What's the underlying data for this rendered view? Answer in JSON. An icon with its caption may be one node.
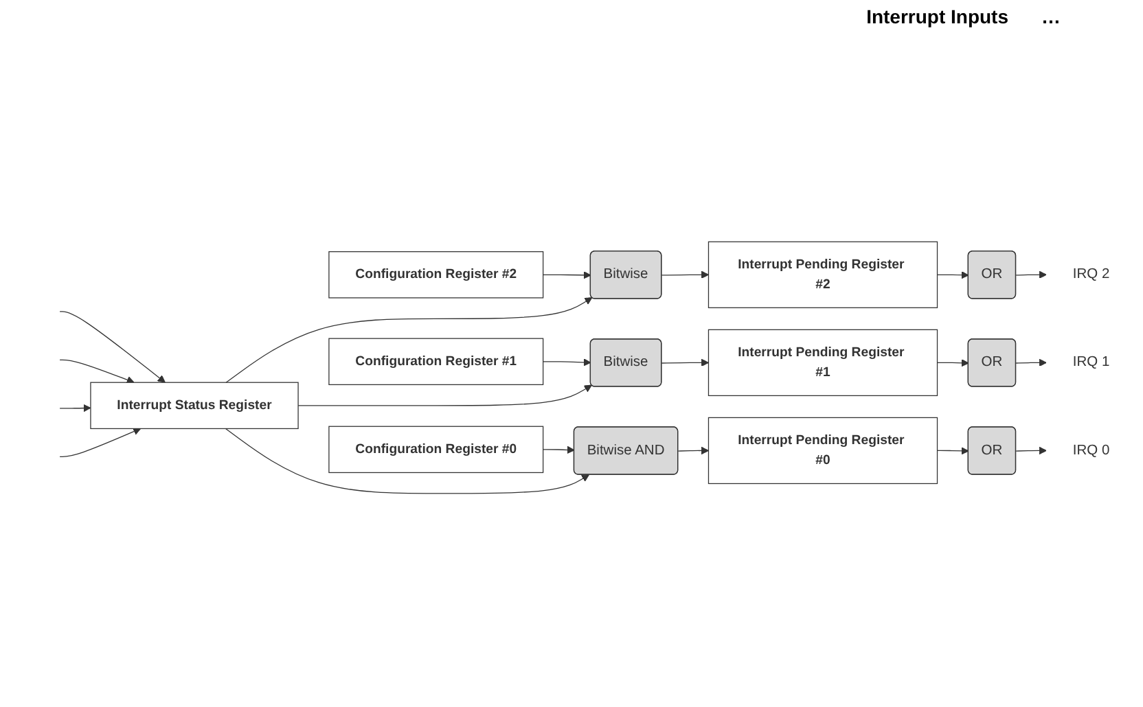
{
  "diagram": {
    "nodes": [
      {
        "text": [
          "Configuration Register #2"
        ]
      },
      {
        "text": [
          "Configuration Register #1"
        ]
      },
      {
        "text": [
          "Configuration Register #0"
        ]
      },
      {
        "text": [
          "Bitwise"
        ]
      },
      {
        "text": [
          "Bitwise"
        ]
      },
      {
        "text": [
          "Bitwise AND"
        ]
      },
      {
        "text": [
          "Interrupt Status Register"
        ]
      },
      {
        "text": [
          "Interrupt Pending Register #2"
        ]
      },
      {
        "text": [
          "Interrupt Pending Register #1"
        ]
      },
      {
        "text": [
          "Interrupt Pending Register #0"
        ]
      },
      {
        "text": [
          "OR"
        ]
      },
      {
        "text": [
          "OR"
        ]
      },
      {
        "text": [
          "OR"
        ]
      },
      {
        "text": [
          "IRQ 2"
        ]
      },
      {
        "text": [
          "IRQ 1"
        ]
      },
      {
        "text": [
          "IRQ 0"
        ]
      }
    ],
    "edges": [
      {
        "from": null,
        "to": 6,
        "arrow": "to"
      },
      {
        "from": null,
        "to": 6,
        "arrow": "to"
      },
      {
        "from": null,
        "to": 6,
        "arrow": "to"
      },
      {
        "from": null,
        "to": 6,
        "arrow": "to"
      },
      {
        "from": 0,
        "to": 3,
        "arrow": "to"
      },
      {
        "from": 1,
        "to": 4,
        "arrow": "to"
      },
      {
        "from": 2,
        "to": 5,
        "arrow": "to"
      },
      {
        "from": 6,
        "to": 3,
        "arrow": "to"
      },
      {
        "from": 6,
        "to": 4,
        "arrow": "to"
      },
      {
        "from": 6,
        "to": 5,
        "arrow": "to"
      },
      {
        "from": 5,
        "to": 9,
        "arrow": "to"
      },
      {
        "from": 4,
        "to": 8,
        "arrow": "to"
      },
      {
        "from": 3,
        "to": 7,
        "arrow": "to"
      },
      {
        "from": 9,
        "to": 12,
        "arrow": "to"
      },
      {
        "from": 8,
        "to": 11,
        "arrow": "to"
      },
      {
        "from": 7,
        "to": 10,
        "arrow": "to"
      },
      {
        "from": 12,
        "to": 15,
        "arrow": "to"
      },
      {
        "from": 11,
        "to": 14,
        "arrow": "to"
      },
      {
        "from": 10,
        "to": 13,
        "arrow": "to"
      }
    ],
    "labels": [
      "Interrupt Inputs",
      "…"
    ]
  }
}
